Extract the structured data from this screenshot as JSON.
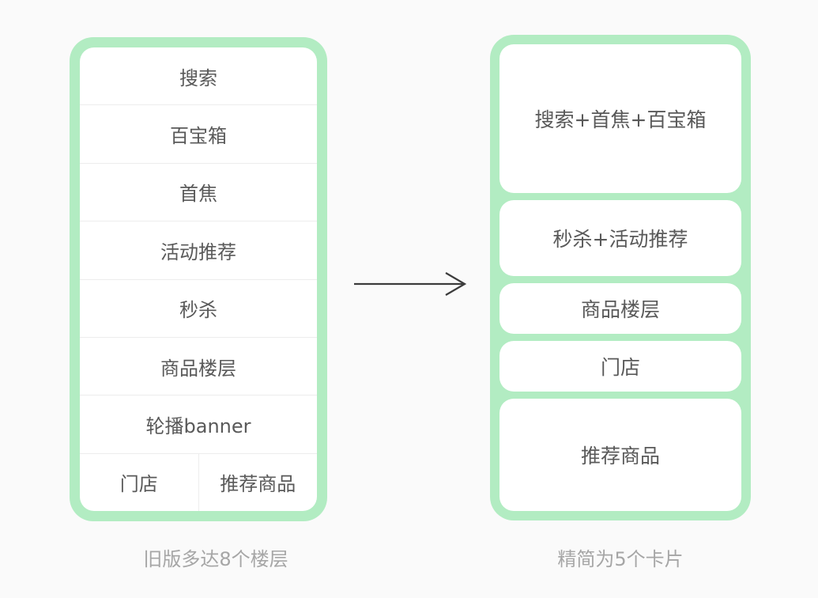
{
  "colors": {
    "background": "#fafafa",
    "panel_green": "#b2ecc2",
    "card_white": "#ffffff",
    "text_primary": "#595959",
    "text_caption": "#a6a6a6",
    "divider": "#ededed",
    "arrow": "#3b3b3b"
  },
  "left_panel": {
    "rows": [
      "搜索",
      "百宝箱",
      "首焦",
      "活动推荐",
      "秒杀",
      "商品楼层",
      "轮播banner"
    ],
    "bottom_row": {
      "left": "门店",
      "right": "推荐商品"
    },
    "caption": "旧版多达8个楼层"
  },
  "arrow": {
    "direction": "right"
  },
  "right_panel": {
    "cards": [
      {
        "label": "搜索+首焦+百宝箱"
      },
      {
        "label": "秒杀+活动推荐"
      },
      {
        "label": "商品楼层"
      },
      {
        "label": "门店"
      },
      {
        "label": "推荐商品"
      }
    ],
    "caption": "精简为5个卡片"
  }
}
